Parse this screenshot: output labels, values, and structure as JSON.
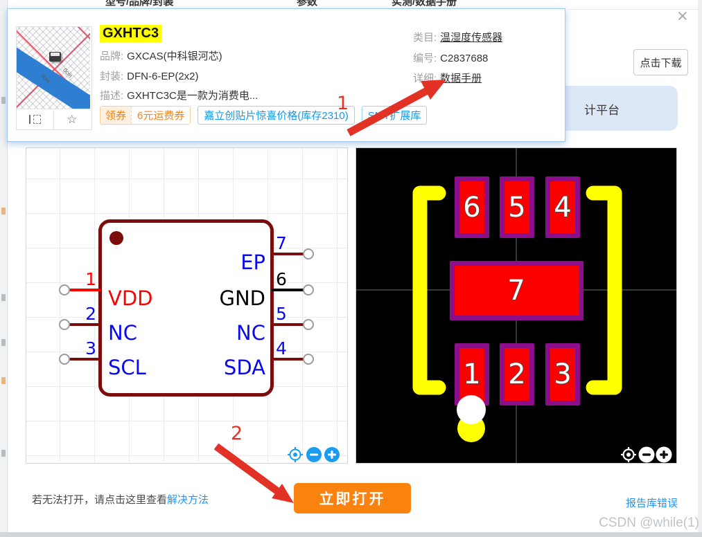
{
  "page": {
    "watermark": "CSDN @while(1)"
  },
  "header_tabs": {
    "spec": "型号/品牌/封装",
    "params": "参数",
    "datasheet": "实测/数据手册"
  },
  "dialog": {
    "close_glyph": "×",
    "download_button": "点击下载",
    "banner_partial": "计平台",
    "footer_note": "若无法打开，请点击这里查看",
    "footer_link": "解决方法",
    "open_button": "立即打开",
    "report_link": "报告库错误"
  },
  "popup": {
    "title": "GXHTC3",
    "brand_label": "品牌:",
    "brand_value": "GXCAS(中科银河芯)",
    "package_label": "封装:",
    "package_value": "DFN-6-EP(2x2)",
    "desc_label": "描述:",
    "desc_value": "GXHTC3C是一款为消费电...",
    "category_label": "类目:",
    "category_value": "温湿度传感器",
    "partno_label": "编号:",
    "partno_value": "C2837688",
    "detail_label": "详细:",
    "detail_value": "数据手册",
    "coupon_tag": "领券",
    "coupon_text": "6元运费券",
    "price_badge": "嘉立创贴片惊喜价格(库存2310)",
    "smt_badge": "SMT扩展库",
    "star_icon": "☆",
    "scale_label": "0cm"
  },
  "annotations": {
    "step1": "1",
    "step2": "2"
  },
  "schematic": {
    "pins_left": [
      {
        "num": "1",
        "name": "VDD",
        "num_color": "#ff0000",
        "name_color": "#ff0000",
        "line_color": "#ff0000"
      },
      {
        "num": "2",
        "name": "NC",
        "num_color": "#0909ef",
        "name_color": "#0909ef",
        "line_color": "#7c0d0d"
      },
      {
        "num": "3",
        "name": "SCL",
        "num_color": "#0909ef",
        "name_color": "#0909ef",
        "line_color": "#7c0d0d"
      }
    ],
    "pins_right": [
      {
        "num": "7",
        "name": "EP",
        "num_color": "#0909ef",
        "name_color": "#0909ef",
        "line_color": "#7c0d0d"
      },
      {
        "num": "6",
        "name": "GND",
        "num_color": "#000000",
        "name_color": "#000000",
        "line_color": "#000000"
      },
      {
        "num": "5",
        "name": "NC",
        "num_color": "#0909ef",
        "name_color": "#0909ef",
        "line_color": "#7c0d0d"
      },
      {
        "num": "4",
        "name": "SDA",
        "num_color": "#0909ef",
        "name_color": "#0909ef",
        "line_color": "#7c0d0d"
      }
    ]
  },
  "footprint": {
    "pad_numbers": [
      "1",
      "2",
      "3",
      "4",
      "5",
      "6",
      "7"
    ]
  }
}
